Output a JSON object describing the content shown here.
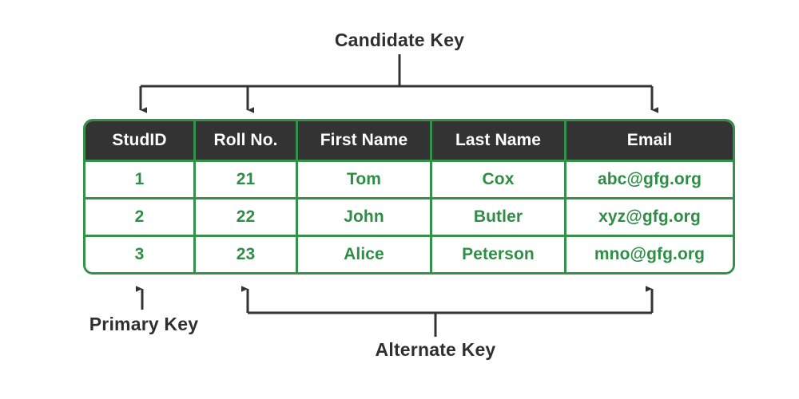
{
  "diagram": {
    "title": "Candidate Key / Primary Key / Alternate Key illustration",
    "colors": {
      "table_border_green": "#34904a",
      "cell_text_green": "#2f8d46",
      "header_bg_dark": "#333333",
      "header_text": "#ffffff",
      "annotation_text": "#2f2f2f",
      "connector_line": "#333333",
      "page_background": "#ffffff"
    }
  },
  "annotations": {
    "candidate_key": {
      "label": "Candidate Key",
      "points_to": [
        "StudID",
        "Roll No.",
        "Email"
      ]
    },
    "primary_key": {
      "label": "Primary Key",
      "points_to": [
        "StudID"
      ]
    },
    "alternate_key": {
      "label": "Alternate Key",
      "points_to": [
        "Roll No.",
        "Email"
      ]
    }
  },
  "table": {
    "columns": [
      {
        "key": "studid",
        "header": "StudID"
      },
      {
        "key": "rollno",
        "header": "Roll No."
      },
      {
        "key": "first_name",
        "header": "First Name"
      },
      {
        "key": "last_name",
        "header": "Last Name"
      },
      {
        "key": "email",
        "header": "Email"
      }
    ],
    "rows": [
      {
        "studid": "1",
        "rollno": "21",
        "first_name": "Tom",
        "last_name": "Cox",
        "email": "abc@gfg.org"
      },
      {
        "studid": "2",
        "rollno": "22",
        "first_name": "John",
        "last_name": "Butler",
        "email": "xyz@gfg.org"
      },
      {
        "studid": "3",
        "rollno": "23",
        "first_name": "Alice",
        "last_name": "Peterson",
        "email": "mno@gfg.org"
      }
    ]
  }
}
